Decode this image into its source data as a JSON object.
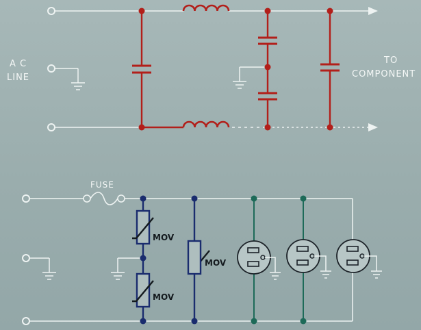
{
  "filter": {
    "input_label_line1": "A C",
    "input_label_line2": "LINE",
    "output_label_line1": "TO",
    "output_label_line2": "COMPONENT"
  },
  "suppressor": {
    "fuse_label": "FUSE",
    "mov_labels": [
      "MOV",
      "MOV",
      "MOV"
    ]
  },
  "colors": {
    "background": "#9fb2b2",
    "filter_wiring": "#b21f1a",
    "suppressor_wiring": "#1a2c6e",
    "outlet_junction": "#1d6a58",
    "line_white": "#eef3f2",
    "component_dark": "#1c2228"
  }
}
